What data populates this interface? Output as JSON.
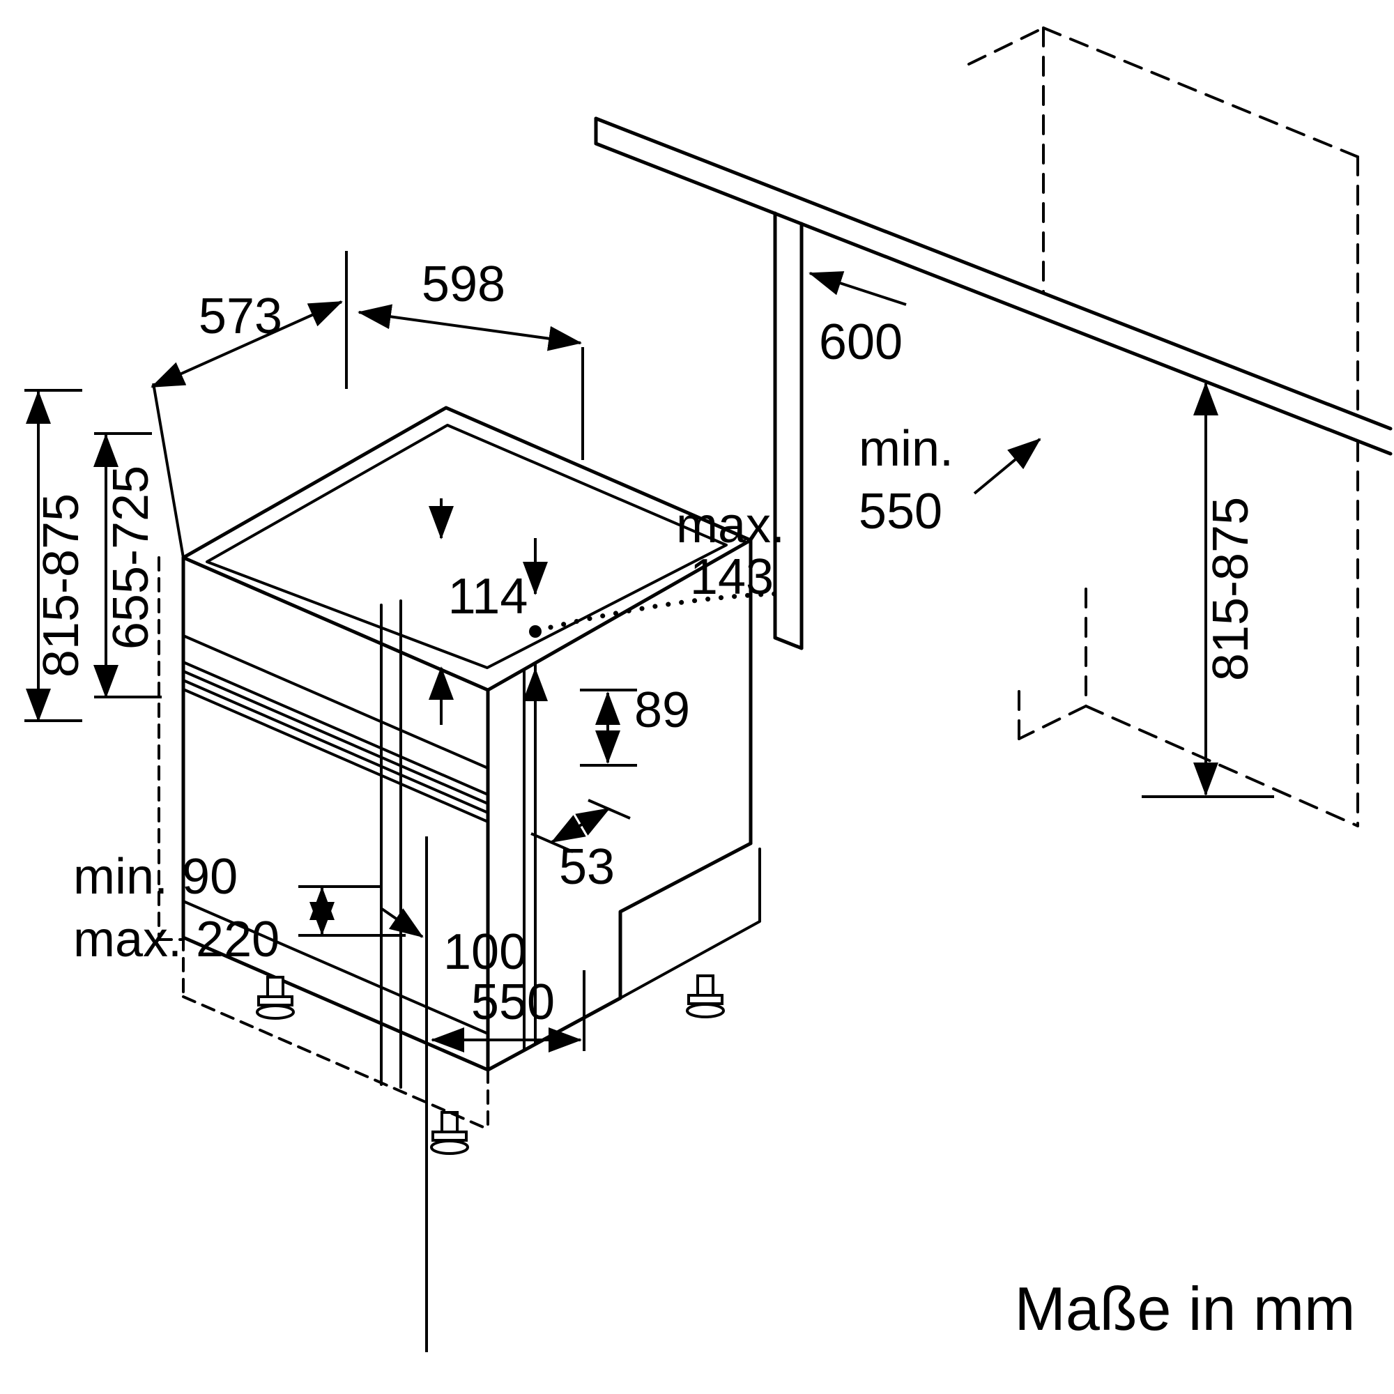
{
  "page": {
    "footer": "Maße in mm"
  },
  "appliance": {
    "depth_top": "573",
    "width": "598",
    "height_range": "815-875",
    "front_panel_height_range": "655-725",
    "control_panel_height": "114",
    "door_max_label": "max.",
    "door_max_value": "143",
    "rear_recess_height": "89",
    "rear_recess_depth": "53",
    "plinth_min": "min. 90",
    "plinth_max": "max. 220",
    "plinth_depth": "100",
    "base_depth": "550"
  },
  "niche": {
    "width": "600",
    "depth_min_label": "min.",
    "depth_min_value": "550",
    "height_range": "815-875"
  }
}
